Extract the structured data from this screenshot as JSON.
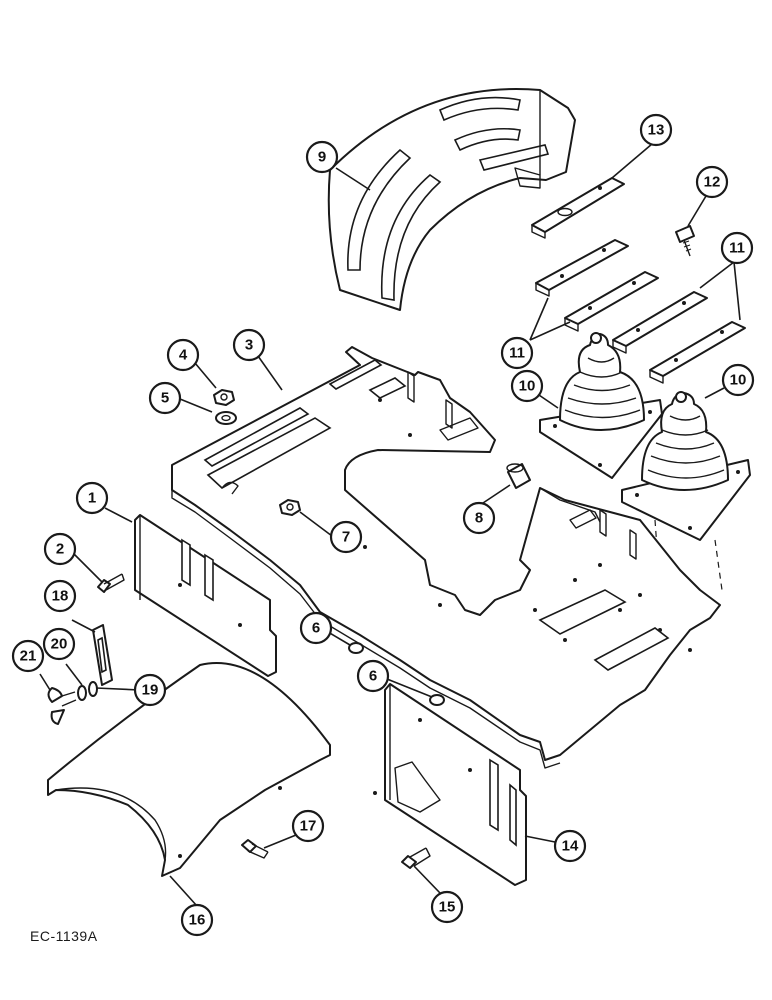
{
  "reference_code": "EC-1139A",
  "callouts": [
    {
      "id": "callout-1",
      "label": "1"
    },
    {
      "id": "callout-2",
      "label": "2"
    },
    {
      "id": "callout-3",
      "label": "3"
    },
    {
      "id": "callout-4",
      "label": "4"
    },
    {
      "id": "callout-5",
      "label": "5"
    },
    {
      "id": "callout-6a",
      "label": "6"
    },
    {
      "id": "callout-6b",
      "label": "6"
    },
    {
      "id": "callout-7",
      "label": "7"
    },
    {
      "id": "callout-8",
      "label": "8"
    },
    {
      "id": "callout-9",
      "label": "9"
    },
    {
      "id": "callout-10a",
      "label": "10"
    },
    {
      "id": "callout-10b",
      "label": "10"
    },
    {
      "id": "callout-11a",
      "label": "11"
    },
    {
      "id": "callout-11b",
      "label": "11"
    },
    {
      "id": "callout-12",
      "label": "12"
    },
    {
      "id": "callout-13",
      "label": "13"
    },
    {
      "id": "callout-14",
      "label": "14"
    },
    {
      "id": "callout-15",
      "label": "15"
    },
    {
      "id": "callout-16",
      "label": "16"
    },
    {
      "id": "callout-17",
      "label": "17"
    },
    {
      "id": "callout-18",
      "label": "18"
    },
    {
      "id": "callout-19",
      "label": "19"
    },
    {
      "id": "callout-20",
      "label": "20"
    },
    {
      "id": "callout-21",
      "label": "21"
    }
  ]
}
